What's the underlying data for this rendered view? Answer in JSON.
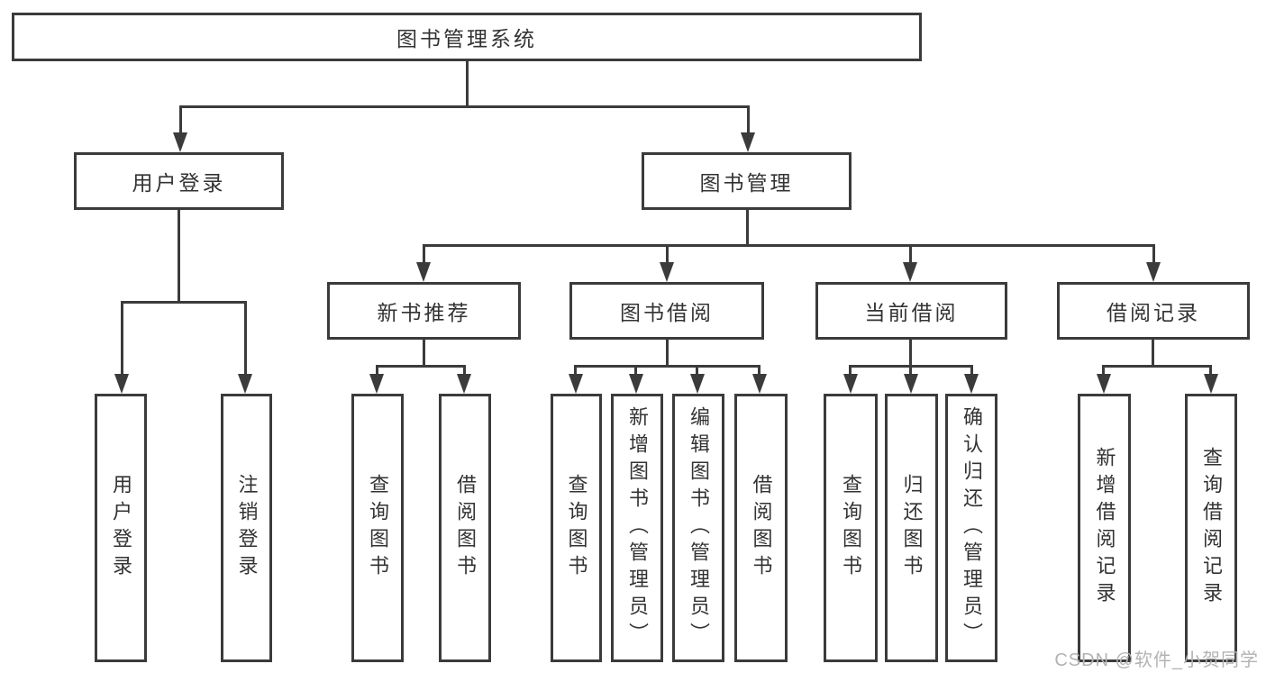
{
  "nodes": {
    "root": {
      "label": "图书管理系统"
    },
    "user_login": {
      "label": "用户登录"
    },
    "book_management": {
      "label": "图书管理"
    },
    "new_book_recommend": {
      "label": "新书推荐"
    },
    "book_borrow": {
      "label": "图书借阅"
    },
    "current_borrow": {
      "label": "当前借阅"
    },
    "borrow_records": {
      "label": "借阅记录"
    },
    "leaf_user_login": {
      "label": "用户登录"
    },
    "leaf_logout_login": {
      "label": "注销登录"
    },
    "leaf_query_book_recommend": {
      "label": "查询图书"
    },
    "leaf_borrow_book_recommend": {
      "label": "借阅图书"
    },
    "leaf_query_book_borrow": {
      "label": "查询图书"
    },
    "leaf_add_book_admin": {
      "label": "新增图书（管理员）"
    },
    "leaf_edit_book_admin": {
      "label": "编辑图书（管理员）"
    },
    "leaf_borrow_book": {
      "label": "借阅图书"
    },
    "leaf_query_book_current": {
      "label": "查询图书"
    },
    "leaf_return_book": {
      "label": "归还图书"
    },
    "leaf_confirm_return_admin": {
      "label": "确认归还（管理员）"
    },
    "leaf_add_borrow_record": {
      "label": "新增借阅记录"
    },
    "leaf_query_borrow_record": {
      "label": "查询借阅记录"
    }
  },
  "edges": [
    {
      "from": "图书管理系统",
      "to": [
        "用户登录",
        "图书管理"
      ]
    },
    {
      "from": "用户登录",
      "to": [
        "用户登录",
        "注销登录"
      ]
    },
    {
      "from": "图书管理",
      "to": [
        "新书推荐",
        "图书借阅",
        "当前借阅",
        "借阅记录"
      ]
    },
    {
      "from": "新书推荐",
      "to": [
        "查询图书",
        "借阅图书"
      ]
    },
    {
      "from": "图书借阅",
      "to": [
        "查询图书",
        "新增图书（管理员）",
        "编辑图书（管理员）",
        "借阅图书"
      ]
    },
    {
      "from": "当前借阅",
      "to": [
        "查询图书",
        "归还图书",
        "确认归还（管理员）"
      ]
    },
    {
      "from": "借阅记录",
      "to": [
        "新增借阅记录",
        "查询借阅记录"
      ]
    }
  ],
  "watermark": {
    "text": "CSDN @软件_小贺同学"
  },
  "colors": {
    "line": "#3b3b3b",
    "text": "#333333",
    "watermark": "#b3b3b3",
    "background": "#ffffff"
  }
}
